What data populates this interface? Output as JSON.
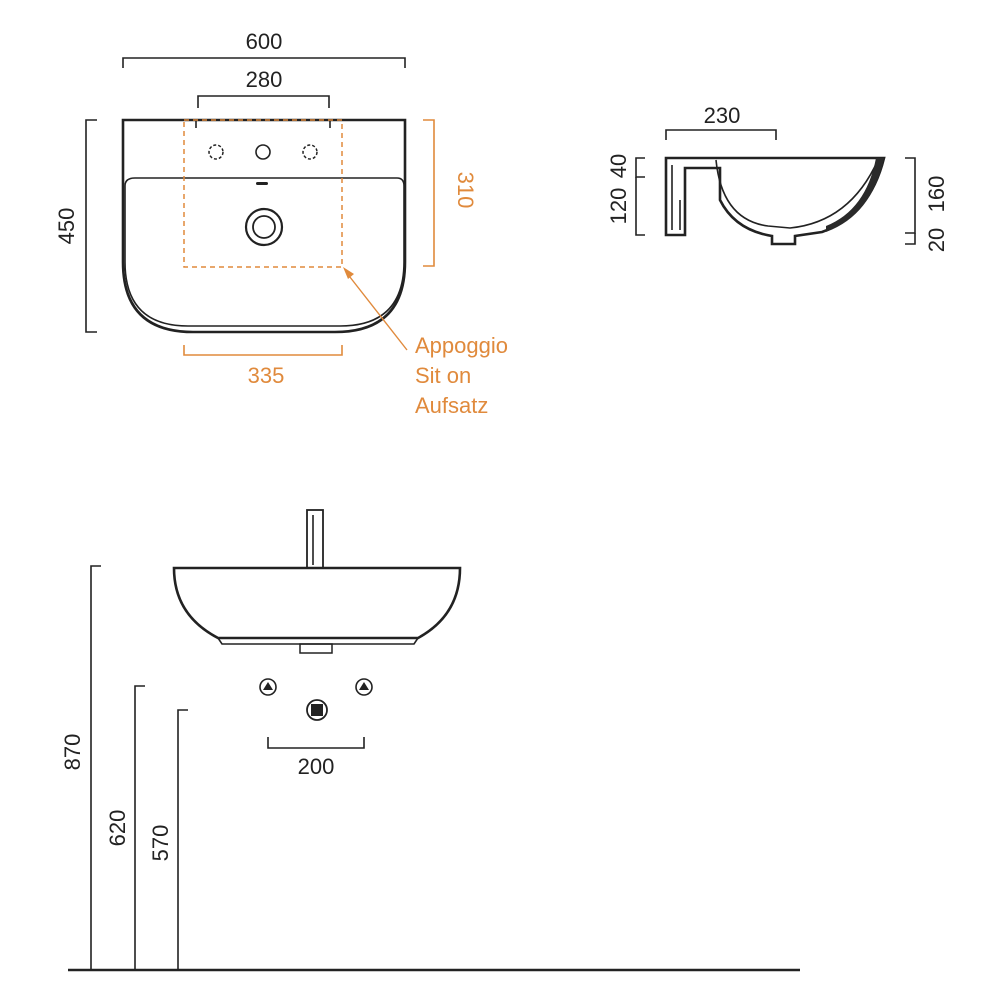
{
  "colors": {
    "line": "#222222",
    "accent": "#e08a3c",
    "dark_fill": "#2a2a2a"
  },
  "top_view": {
    "overall_width": "600",
    "tap_span": "280",
    "depth": "450",
    "sit_on_depth": "310",
    "sit_on_width": "335",
    "note_lines": [
      "Appoggio",
      "Sit on",
      "Aufsatz"
    ]
  },
  "section_view": {
    "depth_label": "230",
    "top_offset": "40",
    "inner_height": "120",
    "total_height": "160",
    "bottom_offset": "20"
  },
  "front_view": {
    "waste_spacing": "200",
    "rim_height": "870",
    "supply_height": "620",
    "waste_height": "570"
  }
}
